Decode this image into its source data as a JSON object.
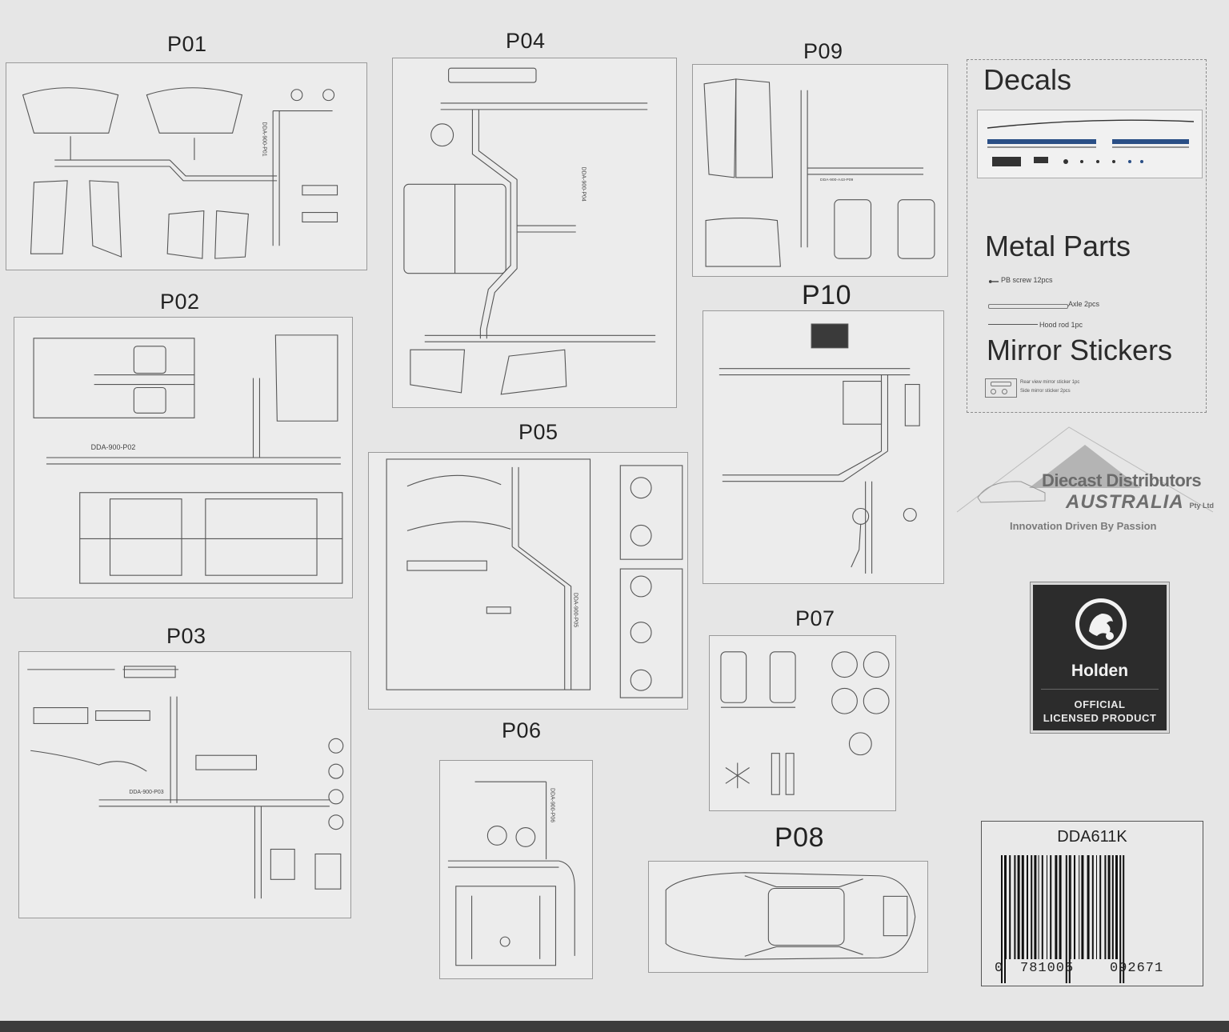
{
  "sprues": [
    {
      "id": "P01",
      "label": "P01",
      "code": "DDA-900-P01"
    },
    {
      "id": "P02",
      "label": "P02",
      "code": "DDA-900-P02"
    },
    {
      "id": "P03",
      "label": "P03",
      "code": "DDA-900-P03"
    },
    {
      "id": "P04",
      "label": "P04",
      "code": "DDA-900-P04"
    },
    {
      "id": "P05",
      "label": "P05",
      "code": "DDA-900-P05"
    },
    {
      "id": "P06",
      "label": "P06",
      "code": "DDA-900-P06"
    },
    {
      "id": "P07",
      "label": "P07"
    },
    {
      "id": "P08",
      "label": "P08"
    },
    {
      "id": "P09",
      "label": "P09",
      "code": "DDA-900-A43-P09"
    },
    {
      "id": "P10",
      "label": "P10"
    }
  ],
  "decals": {
    "title": "Decals"
  },
  "metal_parts": {
    "title": "Metal Parts",
    "items": [
      "PB screw 12pcs",
      "Axle 2pcs",
      "Hood rod 1pc"
    ]
  },
  "mirror_stickers": {
    "title": "Mirror Stickers",
    "items": [
      "Rear view mirror sticker 1pc",
      "Side mirror sticker 2pcs"
    ]
  },
  "logo": {
    "name": "Diecast Distributors",
    "country": "AUSTRALIA",
    "suffix": "Pty Ltd",
    "tagline": "Innovation Driven By Passion"
  },
  "holden": {
    "name": "Holden",
    "line1": "OFFICIAL",
    "line2": "LICENSED PRODUCT"
  },
  "barcode": {
    "sku": "DDA611K",
    "lead": "0",
    "left_digits": "781005",
    "right_digits": "092671"
  }
}
